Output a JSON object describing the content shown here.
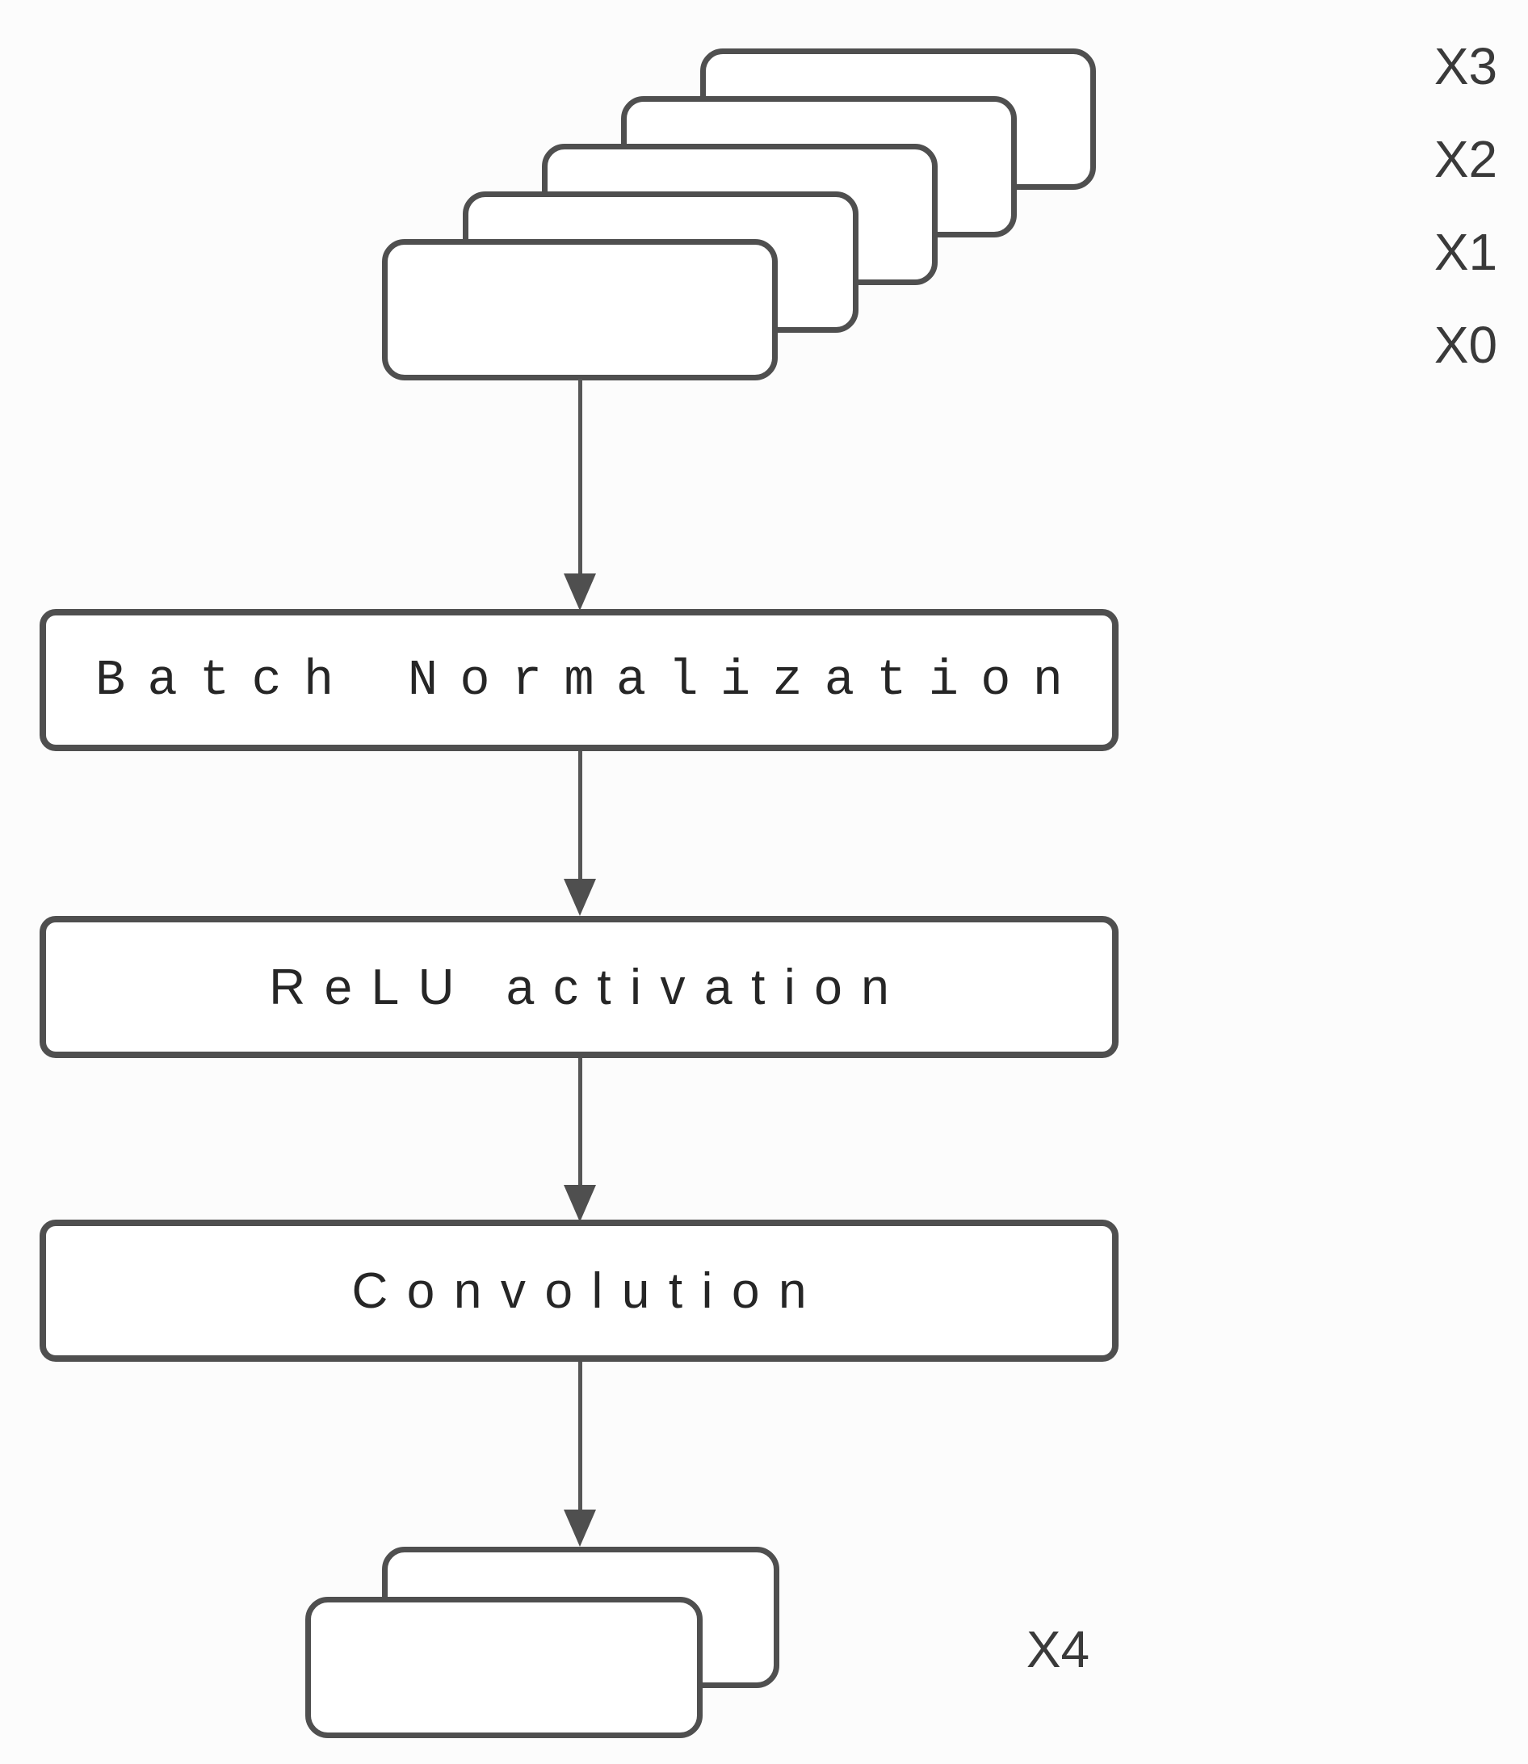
{
  "diagram": {
    "input_stack": {
      "labels": [
        "X3",
        "X2",
        "X1",
        "X0"
      ],
      "layer_count": 5
    },
    "process_blocks": [
      {
        "label": "Batch Normalization"
      },
      {
        "label": "ReLU activation"
      },
      {
        "label": "Convolution"
      }
    ],
    "output_stack": {
      "label": "X4",
      "layer_count": 2
    },
    "colors": {
      "stroke": "#4f4f4f",
      "arrow": "#565656",
      "block_text": "#262626",
      "label_text": "#3a3a3a",
      "fill": "#ffffff",
      "background": "#fcfcfc"
    }
  }
}
